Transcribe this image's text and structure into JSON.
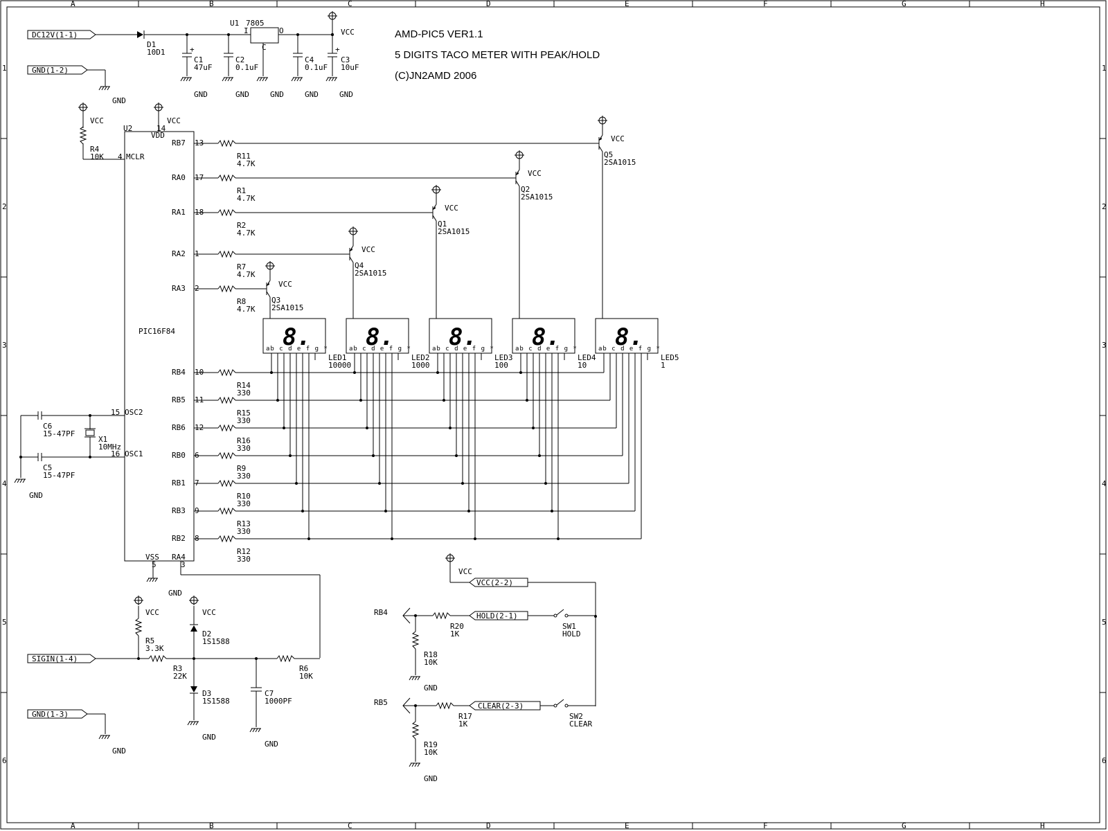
{
  "title": {
    "line1": "AMD-PIC5 VER1.1",
    "line2": "5 DIGITS TACO METER WITH PEAK/HOLD",
    "line3": "(C)JN2AMD 2006"
  },
  "border": {
    "cols": [
      "A",
      "B",
      "C",
      "D",
      "E",
      "F",
      "G",
      "H"
    ],
    "rows": [
      "1",
      "2",
      "3",
      "4",
      "5",
      "6"
    ]
  },
  "power": {
    "in_port": "DC12V(1-1)",
    "gnd_port": "GND(1-2)",
    "gnd": "GND",
    "vcc": "VCC",
    "d1_ref": "D1",
    "d1_val": "10D1",
    "u1_ref": "U1",
    "u1_val": "7805",
    "u1_in": "I",
    "u1_out": "O",
    "u1_com": "C",
    "c1_ref": "C1",
    "c1_val": "47uF",
    "c2_ref": "C2",
    "c2_val": "0.1uF",
    "c4_ref": "C4",
    "c4_val": "0.1uF",
    "c3_ref": "C3",
    "c3_val": "10uF"
  },
  "mcu": {
    "ref": "U2",
    "part": "PIC16F84",
    "vdd_pin": "14",
    "vdd": "VDD",
    "mclr_pin": "4",
    "mclr": "MCLR",
    "osc2_pin": "15",
    "osc2": "OSC2",
    "osc1_pin": "16",
    "osc1": "OSC1",
    "vss": "VSS",
    "vss_pin": "5",
    "ra4": "RA4",
    "ra4_pin": "3",
    "r4_ref": "R4",
    "r4_val": "10K",
    "c6_ref": "C6",
    "c6_val": "15-47PF",
    "c5_ref": "C5",
    "c5_val": "15-47PF",
    "x1_ref": "X1",
    "x1_val": "10MHz"
  },
  "digit_pins": [
    {
      "pin": "RB7",
      "num": "13",
      "r_ref": "R11",
      "r_val": "4.7K",
      "q_ref": "Q5",
      "q_val": "2SA1015"
    },
    {
      "pin": "RA0",
      "num": "17",
      "r_ref": "R1",
      "r_val": "4.7K",
      "q_ref": "Q2",
      "q_val": "2SA1015"
    },
    {
      "pin": "RA1",
      "num": "18",
      "r_ref": "R2",
      "r_val": "4.7K",
      "q_ref": "Q1",
      "q_val": "2SA1015"
    },
    {
      "pin": "RA2",
      "num": "1",
      "r_ref": "R7",
      "r_val": "4.7K",
      "q_ref": "Q4",
      "q_val": "2SA1015"
    },
    {
      "pin": "RA3",
      "num": "2",
      "r_ref": "R8",
      "r_val": "4.7K",
      "q_ref": "Q3",
      "q_val": "2SA1015"
    }
  ],
  "seg_pins": [
    {
      "pin": "RB4",
      "num": "10",
      "r_ref": "R14",
      "r_val": "330"
    },
    {
      "pin": "RB5",
      "num": "11",
      "r_ref": "R15",
      "r_val": "330"
    },
    {
      "pin": "RB6",
      "num": "12",
      "r_ref": "R16",
      "r_val": "330"
    },
    {
      "pin": "RB0",
      "num": "6",
      "r_ref": "R9",
      "r_val": "330"
    },
    {
      "pin": "RB1",
      "num": "7",
      "r_ref": "R10",
      "r_val": "330"
    },
    {
      "pin": "RB3",
      "num": "9",
      "r_ref": "R13",
      "r_val": "330"
    },
    {
      "pin": "RB2",
      "num": "8",
      "r_ref": "R12",
      "r_val": "330"
    }
  ],
  "leds": [
    {
      "ref": "LED1",
      "val": "10000"
    },
    {
      "ref": "LED2",
      "val": "1000"
    },
    {
      "ref": "LED3",
      "val": "100"
    },
    {
      "ref": "LED4",
      "val": "10"
    },
    {
      "ref": "LED5",
      "val": "1"
    }
  ],
  "led_glyph": "8.",
  "led_pinrow": "ab c d e f g *",
  "signal": {
    "port": "SIGIN(1-4)",
    "gnd_port": "GND(1-3)",
    "r5_ref": "R5",
    "r5_val": "3.3K",
    "r3_ref": "R3",
    "r3_val": "22K",
    "r6_ref": "R6",
    "r6_val": "10K",
    "d2_ref": "D2",
    "d2_val": "1S1588",
    "d3_ref": "D3",
    "d3_val": "1S1588",
    "c7_ref": "C7",
    "c7_val": "1000PF"
  },
  "switches": {
    "vcc_port": "VCC(2-2)",
    "hold_port": "HOLD(2-1)",
    "clear_port": "CLEAR(2-3)",
    "rb4": "RB4",
    "rb5": "RB5",
    "r20_ref": "R20",
    "r20_val": "1K",
    "r18_ref": "R18",
    "r18_val": "10K",
    "r17_ref": "R17",
    "r17_val": "1K",
    "r19_ref": "R19",
    "r19_val": "10K",
    "sw1_ref": "SW1",
    "sw1_val": "HOLD",
    "sw2_ref": "SW2",
    "sw2_val": "CLEAR"
  }
}
